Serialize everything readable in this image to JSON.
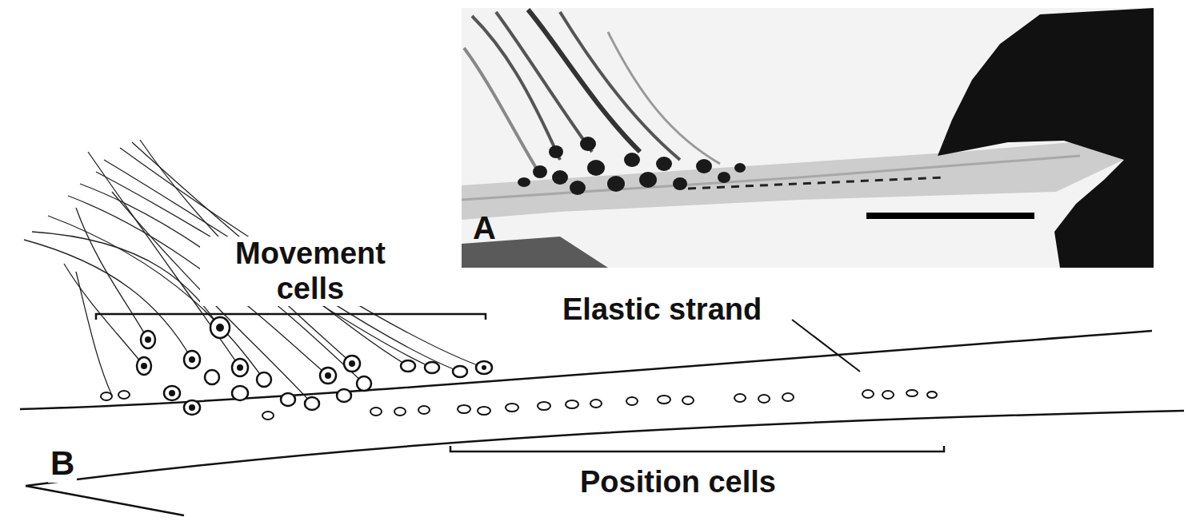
{
  "diagram": {
    "labels": [
      "A",
      "Movement cells",
      "Elastic strand",
      "B",
      "Position cells"
    ]
  }
}
